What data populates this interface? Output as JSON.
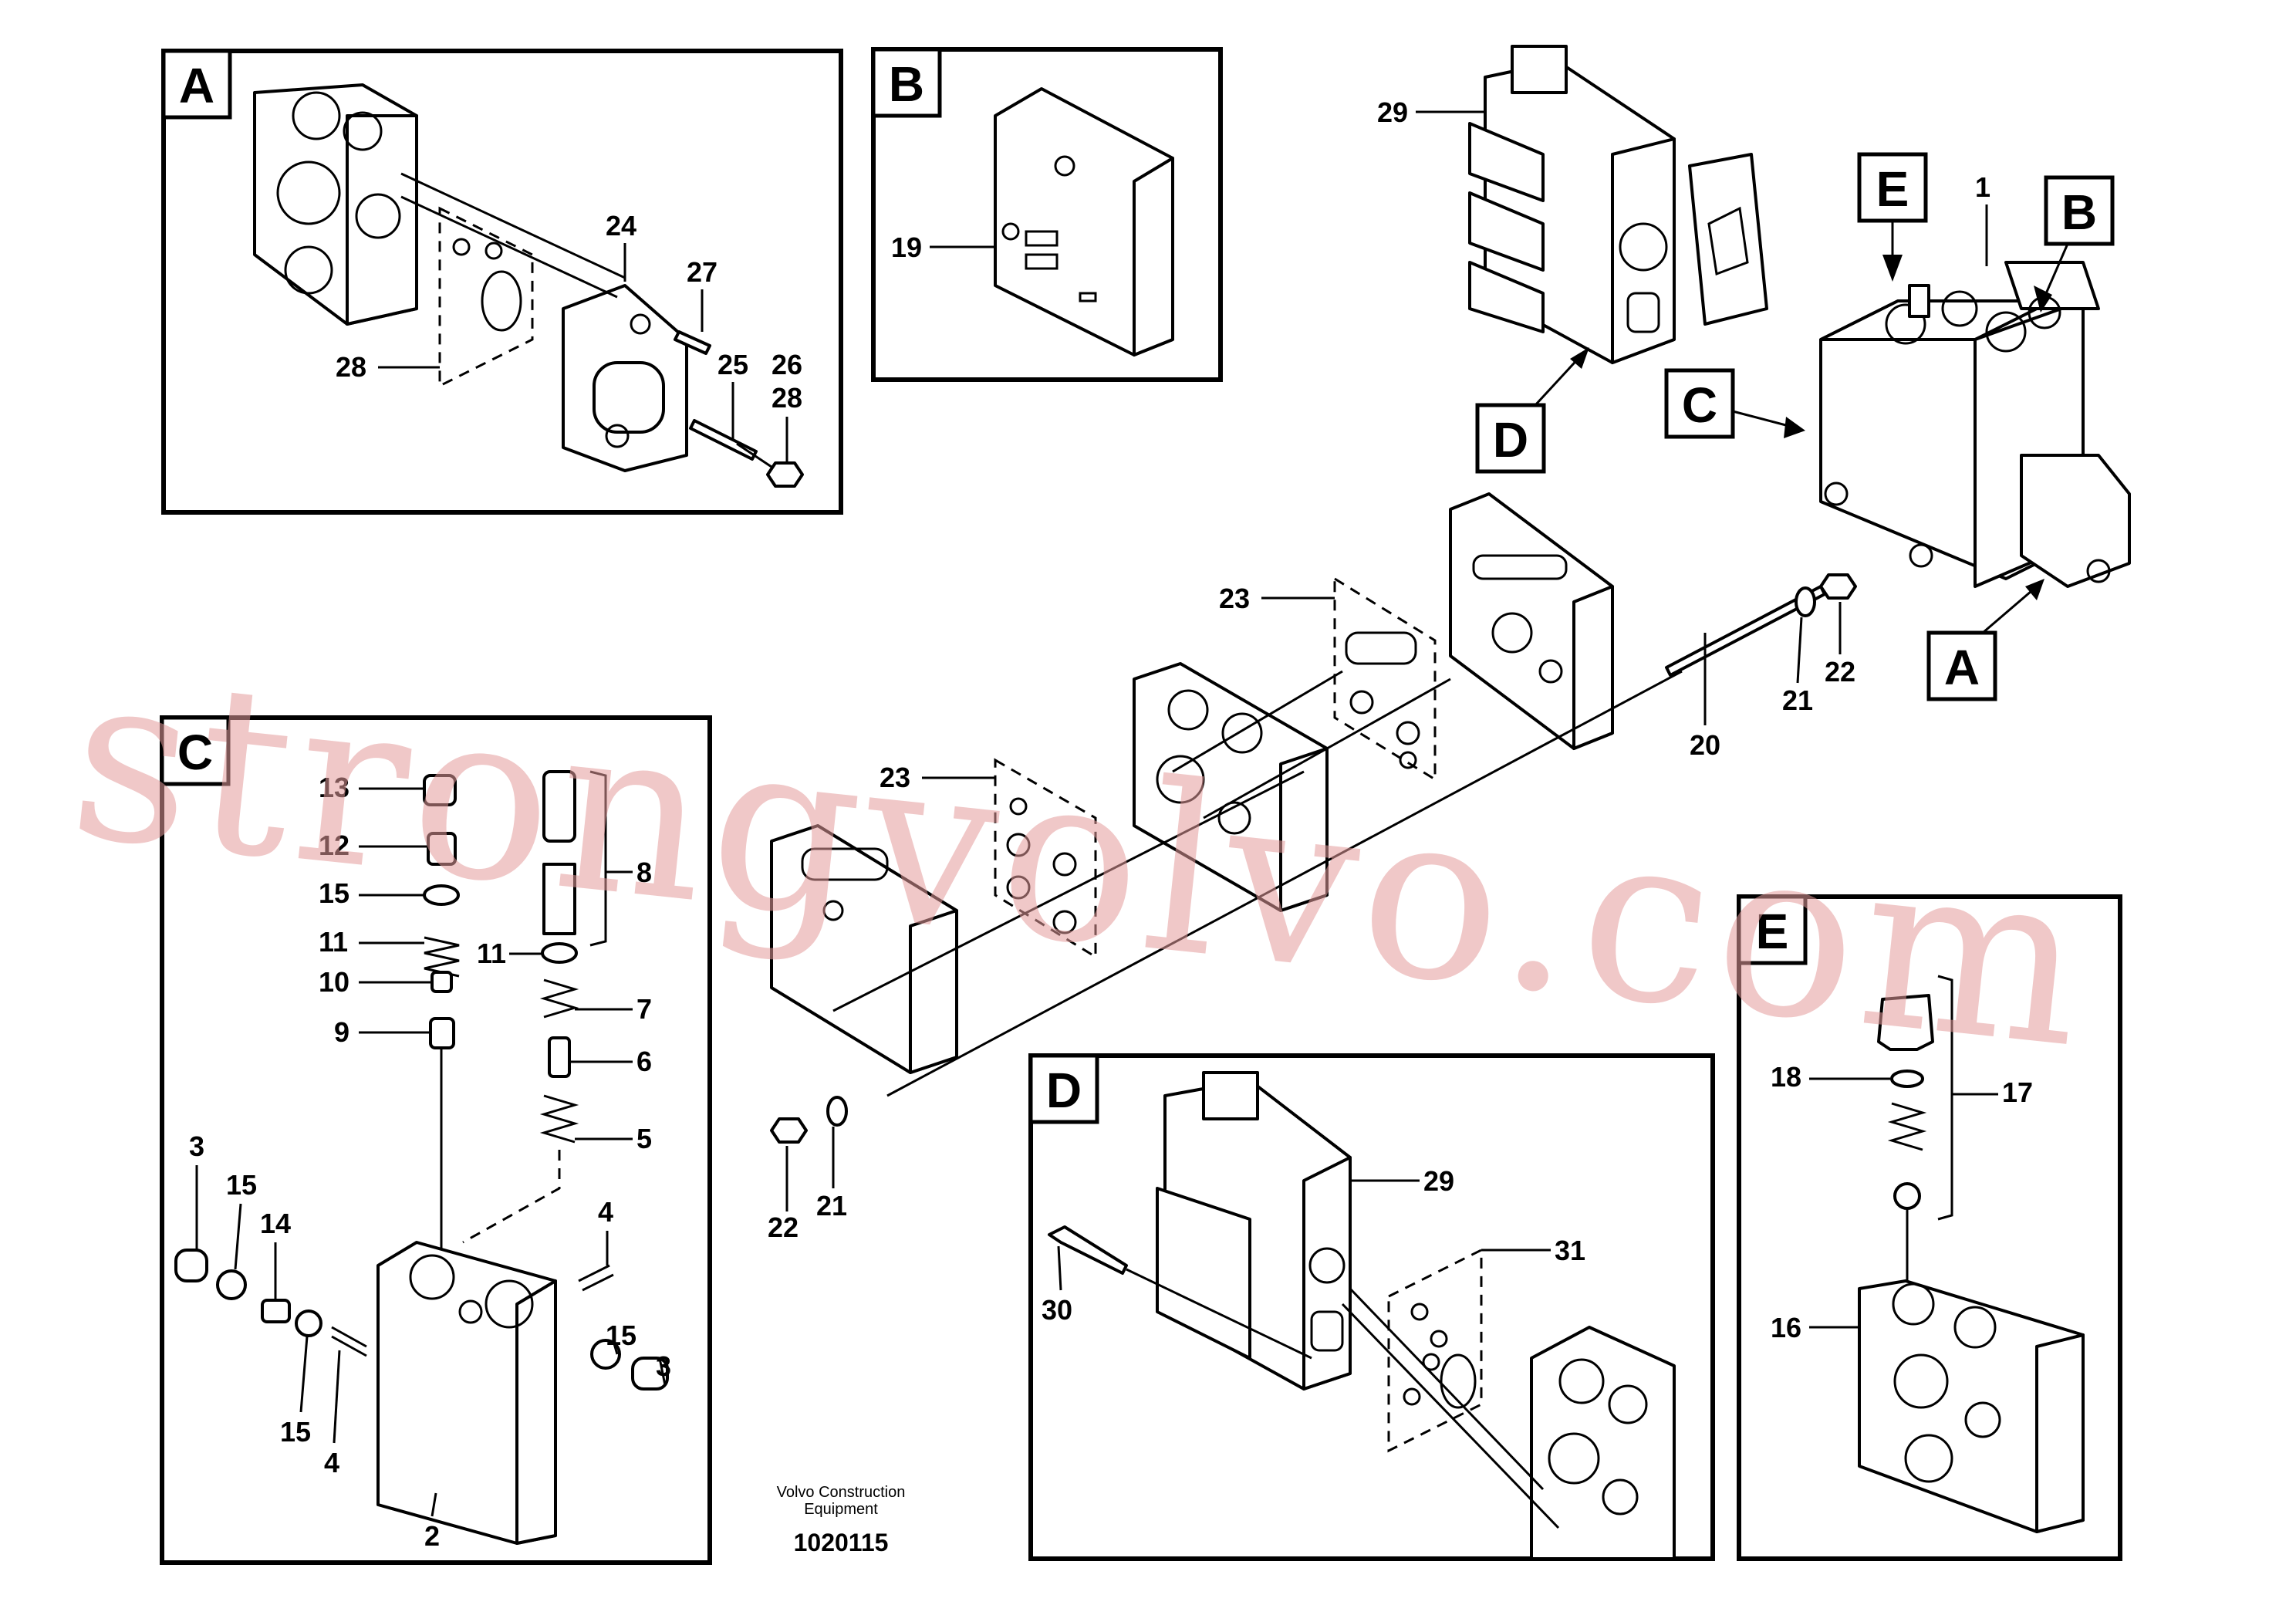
{
  "panels": {
    "A": "A",
    "B": "B",
    "C": "C",
    "D": "D",
    "E": "E"
  },
  "callouts": {
    "E": "E",
    "B": "B",
    "C": "C",
    "D": "D",
    "A": "A"
  },
  "labels": {
    "n1": "1",
    "n2": "2",
    "n3a": "3",
    "n3b": "3",
    "n4a": "4",
    "n4b": "4",
    "n5": "5",
    "n6": "6",
    "n7": "7",
    "n8": "8",
    "n9": "9",
    "n10": "10",
    "n11a": "11",
    "n11b": "11",
    "n12": "12",
    "n13": "13",
    "n14": "14",
    "n15a": "15",
    "n15b": "15",
    "n15c": "15",
    "n15d": "15",
    "n16": "16",
    "n17": "17",
    "n18": "18",
    "n19": "19",
    "n20": "20",
    "n21a": "21",
    "n21b": "21",
    "n22a": "22",
    "n22b": "22",
    "n23a": "23",
    "n23b": "23",
    "n24": "24",
    "n25": "25",
    "n26": "26",
    "n27": "27",
    "n28a": "28",
    "n28b": "28",
    "n29a": "29",
    "n29b": "29",
    "n30": "30",
    "n31": "31"
  },
  "footer": {
    "company_line1": "Volvo Construction",
    "company_line2": "Equipment",
    "drawing_number": "1020115"
  },
  "watermark": "strongvolvo.com"
}
